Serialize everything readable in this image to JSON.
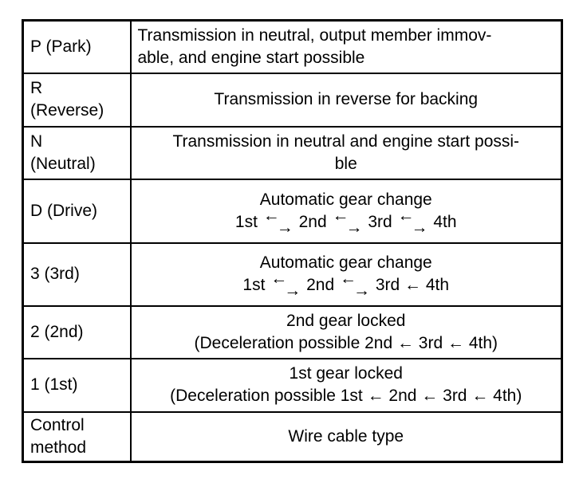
{
  "icons": {
    "left_arrow": "←",
    "right_arrow": "→"
  },
  "colors": {
    "border": "#000000",
    "text": "#000000",
    "background": "#ffffff"
  },
  "table": {
    "rows": [
      {
        "key_lines": [
          "P (Park)"
        ],
        "desc_lines": [
          [
            "Transmission in neutral, output member immov-"
          ],
          [
            "able, and engine start possible"
          ]
        ]
      },
      {
        "key_lines": [
          "R",
          "(Reverse)"
        ],
        "desc_lines": [
          [
            "Transmission in reverse for backing"
          ]
        ]
      },
      {
        "key_lines": [
          "N",
          "(Neutral)"
        ],
        "desc_lines": [
          [
            "Transmission in neutral and engine start possi-"
          ],
          [
            "ble"
          ]
        ]
      },
      {
        "key_lines": [
          "D (Drive)"
        ],
        "desc_lines": [
          [
            "Automatic gear change"
          ],
          [
            "1st ",
            {
              "swap": true
            },
            " 2nd ",
            {
              "swap": true
            },
            " 3rd ",
            {
              "swap": true
            },
            " 4th"
          ]
        ]
      },
      {
        "key_lines": [
          "3 (3rd)"
        ],
        "desc_lines": [
          [
            "Automatic gear change"
          ],
          [
            "1st ",
            {
              "swap": true
            },
            " 2nd ",
            {
              "swap": true
            },
            " 3rd ← 4th"
          ]
        ]
      },
      {
        "key_lines": [
          "2 (2nd)"
        ],
        "desc_lines": [
          [
            "2nd gear locked"
          ],
          [
            "(Deceleration possible 2nd ← 3rd ← 4th)"
          ]
        ]
      },
      {
        "key_lines": [
          "1 (1st)"
        ],
        "desc_lines": [
          [
            "1st gear locked"
          ],
          [
            "(Deceleration possible 1st ← 2nd ← 3rd ← 4th)"
          ]
        ]
      },
      {
        "key_lines": [
          "Control",
          "method"
        ],
        "desc_lines": [
          [
            "Wire cable type"
          ]
        ]
      }
    ]
  }
}
